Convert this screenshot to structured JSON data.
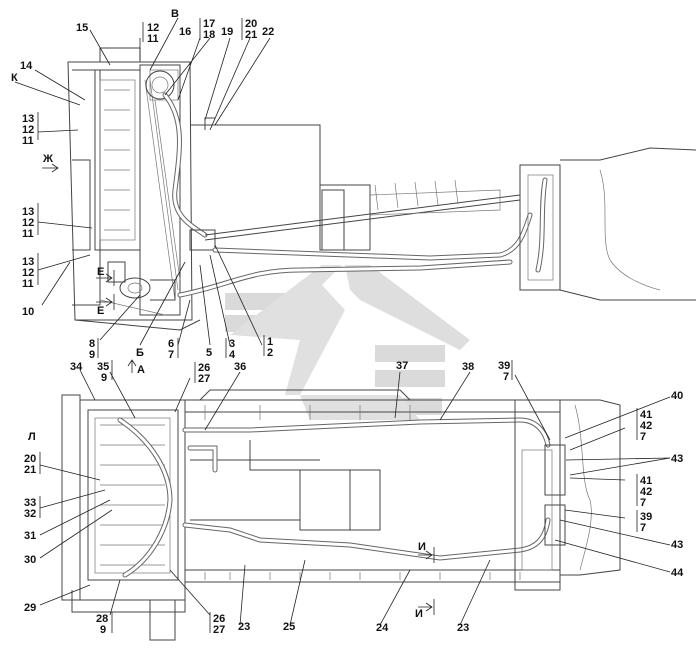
{
  "view_letters": {
    "v": "В",
    "k": "К",
    "zh": "Ж",
    "e_top": "Е",
    "e_bottom": "Е",
    "b": "Б",
    "a": "А",
    "l": "Л",
    "i_top": "И",
    "i_bottom": "И"
  },
  "top_view_callouts": {
    "c15": "15",
    "c12": "12",
    "c11": "11",
    "c16": "16",
    "c17": "17",
    "c18": "18",
    "c19": "19",
    "c20": "20",
    "c21": "21",
    "c22": "22",
    "c14": "14",
    "s13a": "13",
    "s12a": "12",
    "s11a": "11",
    "s13b": "13",
    "s12b": "12",
    "s11b": "11",
    "s13c": "13",
    "s12c": "12",
    "s11c": "11",
    "c10": "10",
    "c8": "8",
    "c9": "9",
    "c6": "6",
    "c7": "7",
    "c5": "5",
    "c3": "3",
    "c4": "4",
    "c1": "1",
    "c2": "2"
  },
  "bottom_view_callouts": {
    "c34": "34",
    "c35": "35",
    "c9a": "9",
    "c26": "26",
    "c27": "27",
    "c36": "36",
    "c37": "37",
    "c38": "38",
    "c39": "39",
    "c7a": "7",
    "c40": "40",
    "c41": "41",
    "c42": "42",
    "c7b": "7",
    "c43": "43",
    "c41b": "41",
    "c42b": "42",
    "c7c": "7",
    "c20b": "20",
    "c21b": "21",
    "c33": "33",
    "c32": "32",
    "c31": "31",
    "c30": "30",
    "c29": "29",
    "c28": "28",
    "c9b": "9",
    "c26b": "26",
    "c27b": "27",
    "c23": "23",
    "c25": "25",
    "c24": "24",
    "c23b": "23",
    "c39b": "39",
    "c7d": "7",
    "c43b": "43",
    "c44": "44"
  }
}
